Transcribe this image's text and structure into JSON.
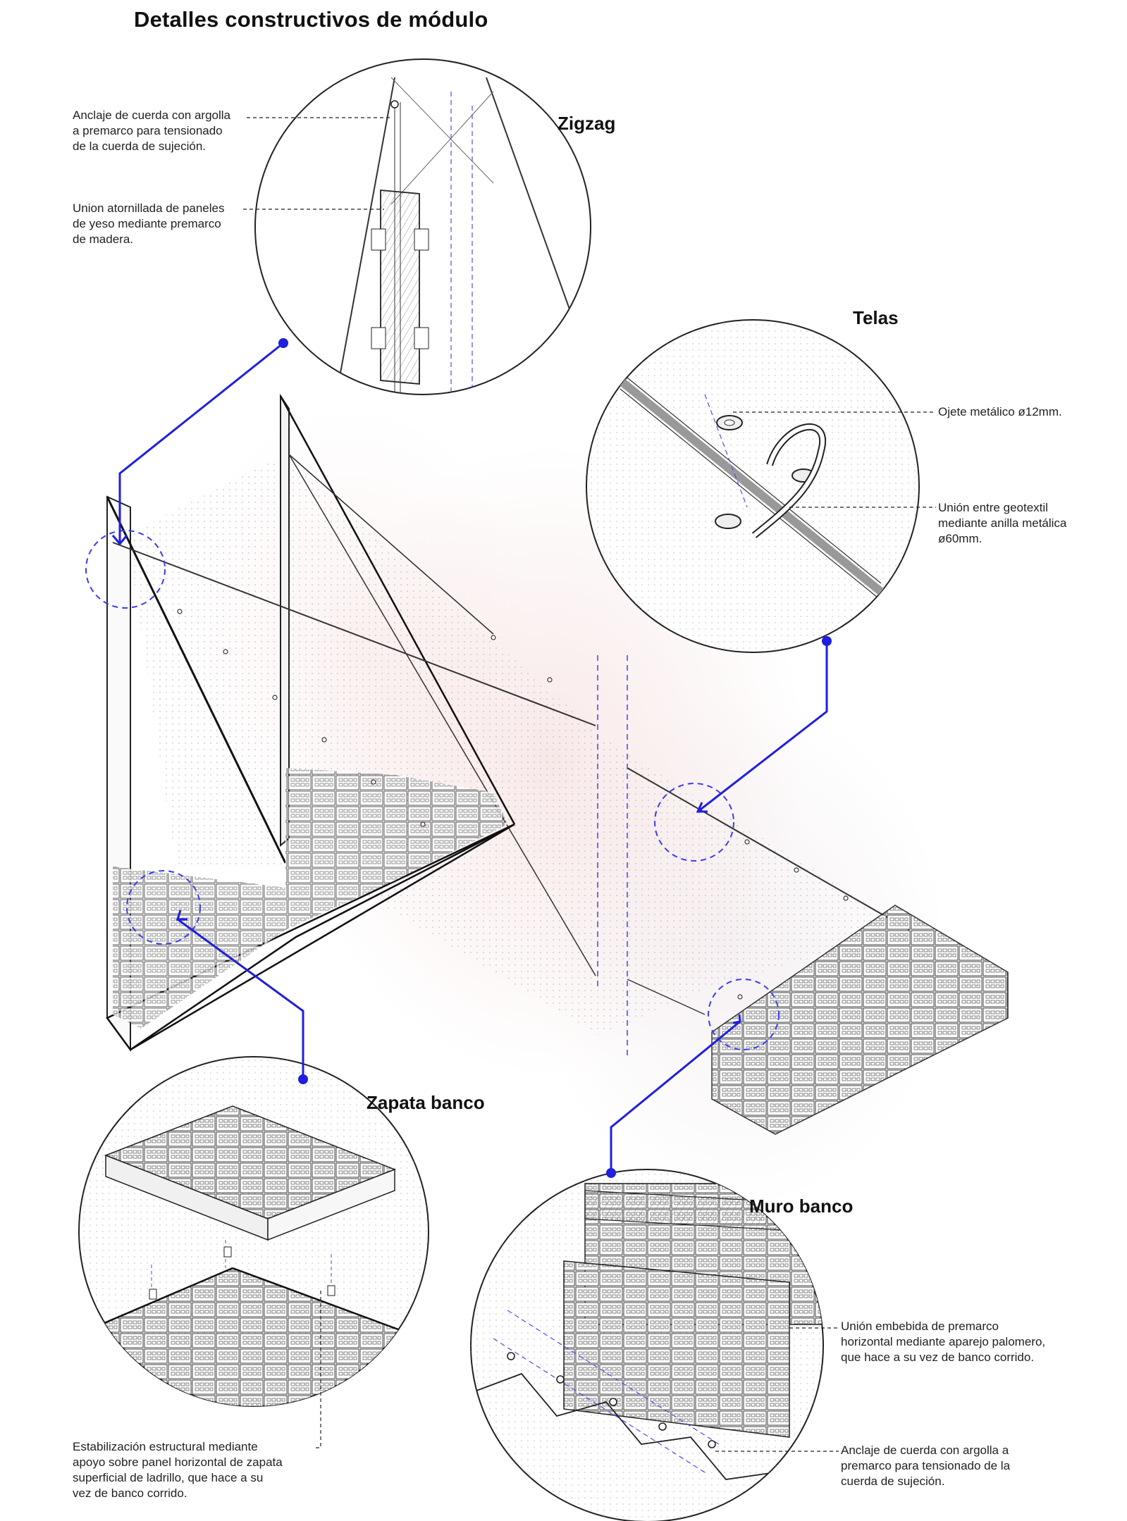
{
  "title": "Detalles constructivos de módulo",
  "details": [
    {
      "id": "zigzag",
      "name": "Zigzag",
      "notes": [
        "Anclaje de cuerda con argolla\na premarco para tensionado\nde la cuerda de sujeción.",
        "Union atornillada de paneles\nde yeso mediante premarco\nde madera."
      ]
    },
    {
      "id": "telas",
      "name": "Telas",
      "notes": [
        "Ojete metálico ø12mm.",
        "Unión entre geotextil\nmediante anilla metálica\nø60mm."
      ]
    },
    {
      "id": "zapata-banco",
      "name": "Zapata banco",
      "notes": [
        "Estabilización estructural mediante\napoyo sobre panel horizontal de zapata\nsuperficial de ladrillo, que hace a su\nvez de banco corrido."
      ]
    },
    {
      "id": "muro-banco",
      "name": "Muro banco",
      "notes": [
        "Unión embebida de premarco\nhorizontal mediante aparejo palomero,\nque hace a su vez de banco corrido.",
        "Anclaje de cuerda con argolla a\npremarco para tensionado de la\ncuerda de sujeción."
      ]
    }
  ],
  "colors": {
    "leader_blue": "#1f1fe0",
    "ink": "#222222",
    "dash_blue": "#4d4df0"
  }
}
